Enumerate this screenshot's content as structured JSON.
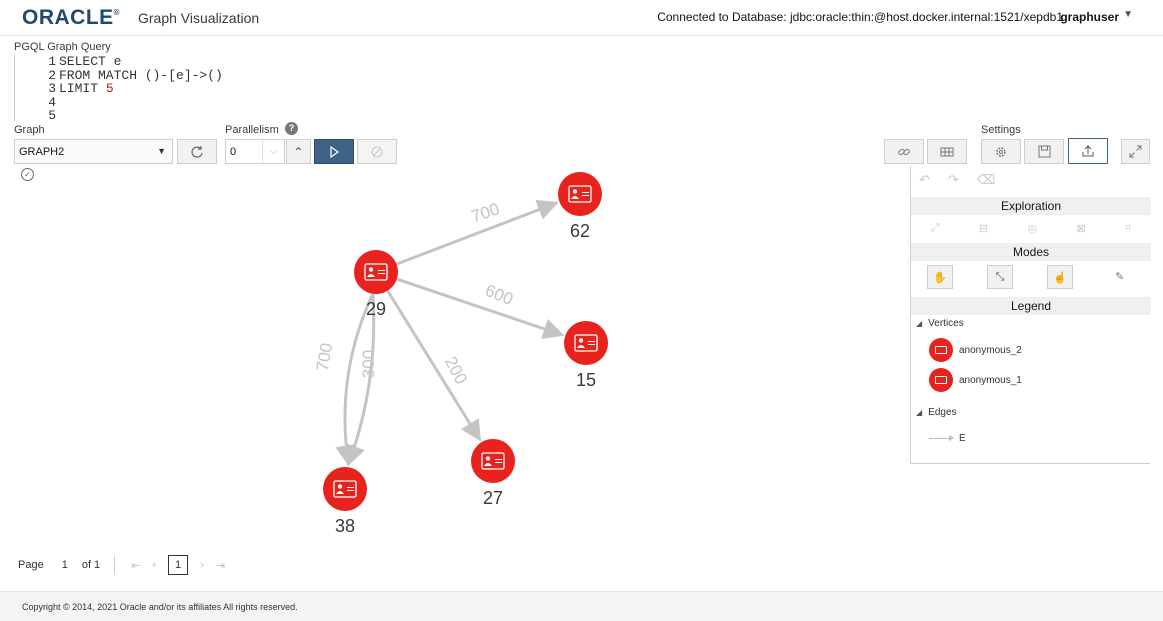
{
  "header": {
    "brand": "ORACLE",
    "app_title": "Graph Visualization",
    "connection": "Connected to Database: jdbc:oracle:thin:@host.docker.internal:1521/xepdb1",
    "user": "graphuser"
  },
  "query": {
    "label": "PGQL Graph Query",
    "lines": [
      {
        "n": "1",
        "text": "SELECT e",
        "num": ""
      },
      {
        "n": "2",
        "text": "FROM MATCH ()-[e]->()",
        "num": ""
      },
      {
        "n": "3",
        "text": "LIMIT ",
        "num": "5"
      },
      {
        "n": "4",
        "text": "",
        "num": ""
      },
      {
        "n": "5",
        "text": "",
        "num": ""
      }
    ]
  },
  "controls": {
    "graph_label": "Graph",
    "graph_value": "GRAPH2",
    "parallelism_label": "Parallelism",
    "parallelism_value": "0",
    "settings_label": "Settings"
  },
  "graph": {
    "nodes": [
      {
        "id": "29",
        "label": "29"
      },
      {
        "id": "62",
        "label": "62"
      },
      {
        "id": "15",
        "label": "15"
      },
      {
        "id": "27",
        "label": "27"
      },
      {
        "id": "38",
        "label": "38"
      }
    ],
    "edges": [
      {
        "from": "29",
        "to": "62",
        "label": "700"
      },
      {
        "from": "29",
        "to": "15",
        "label": "600"
      },
      {
        "from": "29",
        "to": "27",
        "label": "200"
      },
      {
        "from": "29",
        "to": "38",
        "label": "300"
      },
      {
        "from": "29",
        "to": "38",
        "label": "700"
      }
    ],
    "node_color": "#e8221c",
    "edge_color": "#c4c4c4"
  },
  "panel": {
    "exploration": "Exploration",
    "modes": "Modes",
    "legend": "Legend",
    "vertices_label": "Vertices",
    "vertices": [
      "anonymous_2",
      "anonymous_1"
    ],
    "edges_label": "Edges",
    "edge_types": [
      "E"
    ]
  },
  "pager": {
    "page_label": "Page",
    "page_number": "1",
    "of_label": "of 1",
    "current": "1"
  },
  "footer": {
    "copyright": "Copyright © 2014, 2021 Oracle and/or its affiliates All rights reserved."
  }
}
